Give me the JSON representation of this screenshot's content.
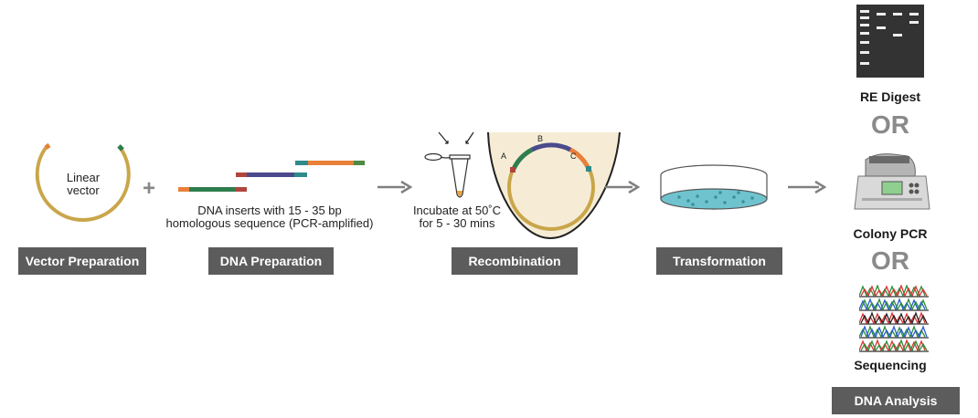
{
  "vector": {
    "label_line1": "Linear",
    "label_line2": "vector",
    "step": "Vector Preparation"
  },
  "plus": "+",
  "dna": {
    "caption_line1": "DNA inserts with 15 - 35 bp",
    "caption_line2": "homologous sequence (PCR-amplified)",
    "step": "DNA Preparation"
  },
  "recombination": {
    "caption_line1": "Incubate at 50˚C",
    "caption_line2": "for  5 - 30 mins",
    "labels": {
      "a": "A",
      "b": "B",
      "c": "C"
    },
    "step": "Recombination"
  },
  "transformation": {
    "step": "Transformation"
  },
  "analysis": {
    "re_digest": "RE Digest",
    "or1": "OR",
    "colony_pcr": "Colony PCR",
    "or2": "OR",
    "sequencing": "Sequencing",
    "step": "DNA Analysis"
  },
  "colors": {
    "vector": "#c9a64a",
    "green": "#2e7d4f",
    "orange": "#e8803a",
    "purple": "#4b4a8c",
    "red": "#b0453e",
    "teal": "#2f8a8a",
    "label_bg": "#5c5c5c",
    "arrow": "#808080",
    "dish": "#6fc3cf",
    "or": "#8a8a8a"
  }
}
